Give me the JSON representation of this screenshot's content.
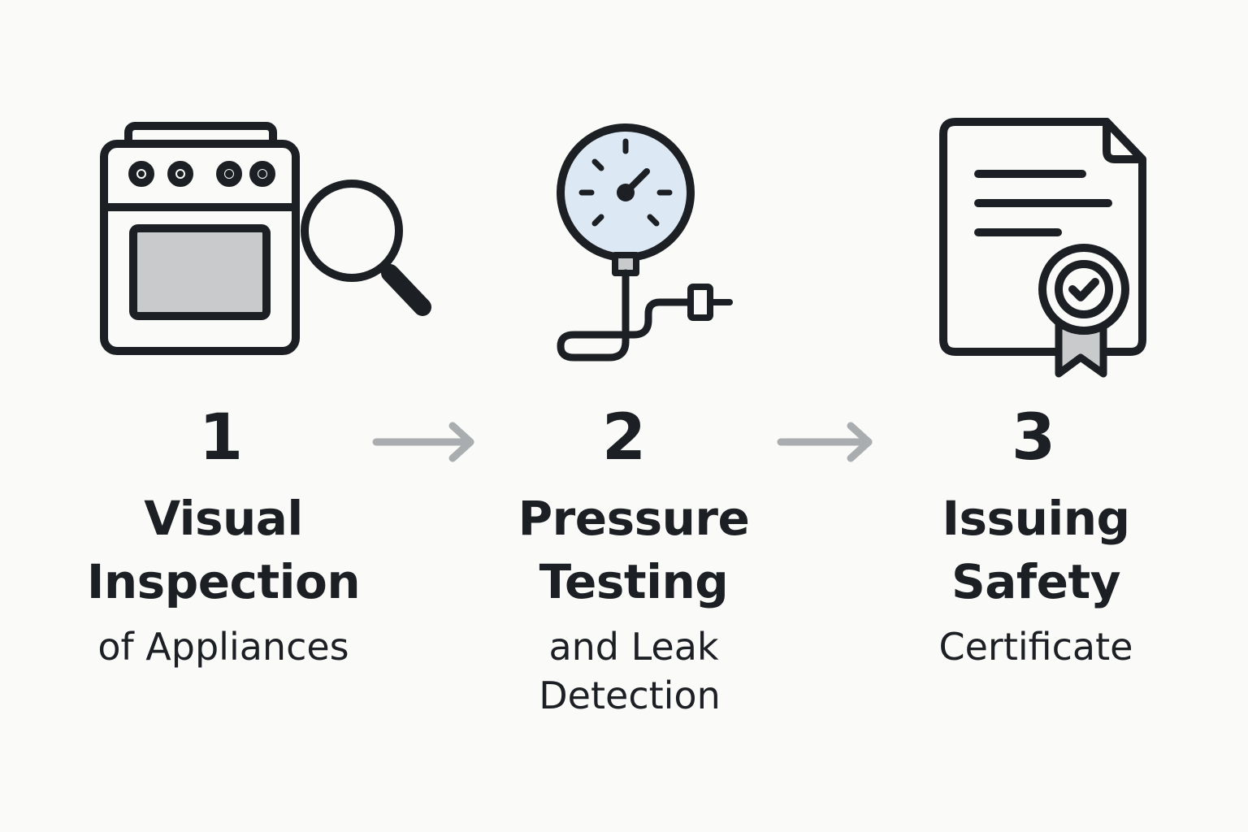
{
  "colors": {
    "background": "#fafaf8",
    "stroke": "#1c1f23",
    "gauge_fill": "#dce9f5",
    "grey_fill": "#c8cacb",
    "arrow": "#a9adb0"
  },
  "steps": [
    {
      "number": "1",
      "title_line1": "Visual",
      "title_line2": "Inspection",
      "sub_line1": "of Appliances",
      "sub_line2": "",
      "icon": "oven-magnifier-icon"
    },
    {
      "number": "2",
      "title_line1": "Pressure",
      "title_line2": "Testing",
      "sub_line1": "and Leak",
      "sub_line2": "Detection",
      "icon": "pressure-gauge-icon"
    },
    {
      "number": "3",
      "title_line1": "Issuing",
      "title_line2": "Safety",
      "sub_line1": "Certificate",
      "sub_line2": "",
      "icon": "certificate-icon"
    }
  ]
}
